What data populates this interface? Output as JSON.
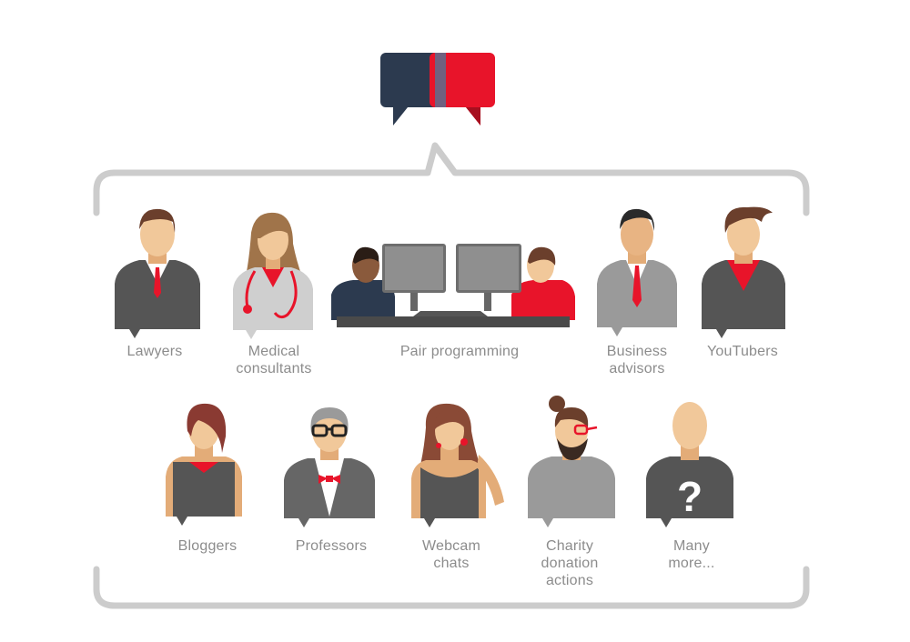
{
  "colors": {
    "navy": "#2c3a4f",
    "red": "#e8142a",
    "bracket": "#cccccc",
    "label": "#8c8c8c",
    "skin": "#f1c89a",
    "skin_shadow": "#e3ac78",
    "dark_suit": "#555555",
    "light_suit": "#9a9a9a",
    "hair_brown": "#6b3f2c",
    "hair_dark": "#3a2a22"
  },
  "logo": {
    "icon": "chat-bubbles-icon"
  },
  "people": [
    {
      "id": "lawyers",
      "label": "Lawyers"
    },
    {
      "id": "medical",
      "label": "Medical\nconsultants"
    },
    {
      "id": "pair",
      "label": "Pair programming"
    },
    {
      "id": "business",
      "label": "Business\nadvisors"
    },
    {
      "id": "youtubers",
      "label": "YouTubers"
    },
    {
      "id": "bloggers",
      "label": "Bloggers"
    },
    {
      "id": "professors",
      "label": "Professors"
    },
    {
      "id": "webcam",
      "label": "Webcam\nchats"
    },
    {
      "id": "charity",
      "label": "Charity\ndonation\nactions"
    },
    {
      "id": "many",
      "label": "Many\nmore..."
    }
  ],
  "unknown_mark": "?"
}
